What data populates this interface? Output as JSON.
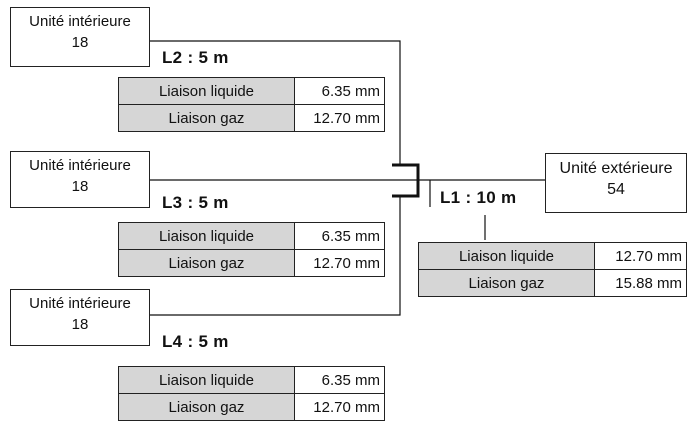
{
  "indoor_units": [
    {
      "title": "Unité intérieure",
      "capacity": "18"
    },
    {
      "title": "Unité intérieure",
      "capacity": "18"
    },
    {
      "title": "Unité intérieure",
      "capacity": "18"
    }
  ],
  "outdoor_unit": {
    "title": "Unité extérieure",
    "capacity": "54"
  },
  "lines": [
    {
      "label": "L2 : 5 m",
      "rows": [
        {
          "name": "Liaison liquide",
          "value": "6.35 mm"
        },
        {
          "name": "Liaison gaz",
          "value": "12.70 mm"
        }
      ]
    },
    {
      "label": "L3 : 5 m",
      "rows": [
        {
          "name": "Liaison liquide",
          "value": "6.35 mm"
        },
        {
          "name": "Liaison gaz",
          "value": "12.70 mm"
        }
      ]
    },
    {
      "label": "L4 : 5 m",
      "rows": [
        {
          "name": "Liaison liquide",
          "value": "6.35 mm"
        },
        {
          "name": "Liaison gaz",
          "value": "12.70 mm"
        }
      ]
    },
    {
      "label": "L1 : 10 m",
      "rows": [
        {
          "name": "Liaison liquide",
          "value": "12.70 mm"
        },
        {
          "name": "Liaison gaz",
          "value": "15.88 mm"
        }
      ]
    }
  ]
}
